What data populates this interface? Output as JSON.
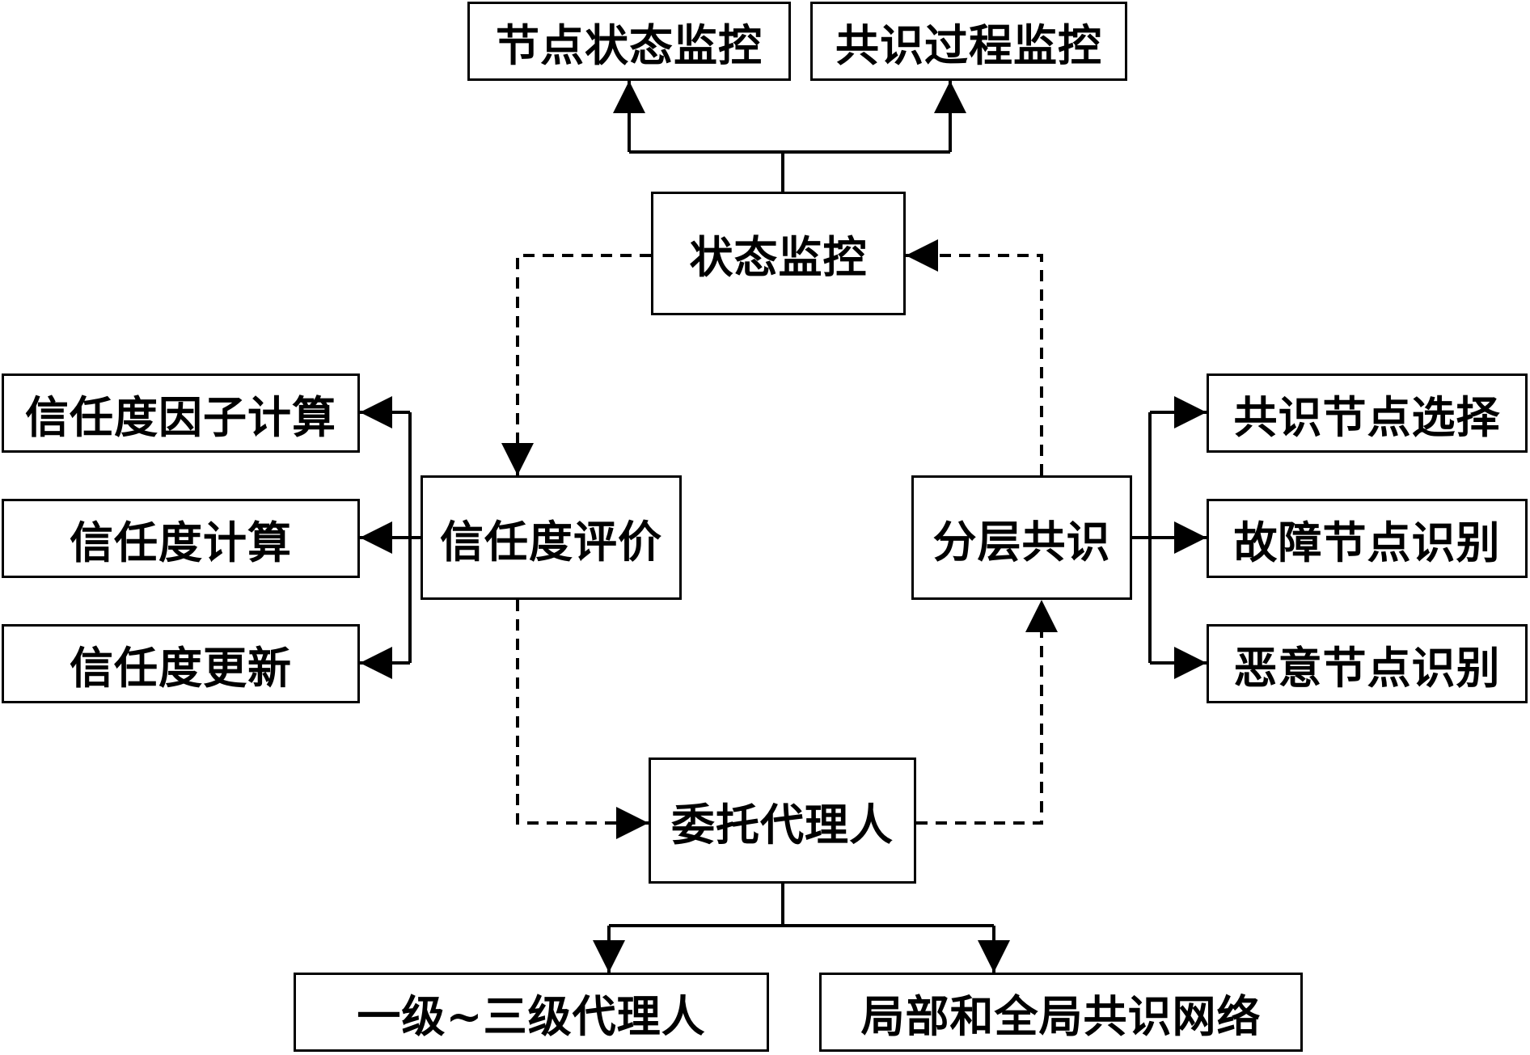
{
  "colors": {
    "stroke": "#000000",
    "background": "#ffffff"
  },
  "nodes": {
    "node_status_monitor": "节点状态监控",
    "consensus_process_monitor": "共识过程监控",
    "status_monitor": "状态监控",
    "trust_factor_calc": "信任度因子计算",
    "trust_calc": "信任度计算",
    "trust_update": "信任度更新",
    "trust_evaluation": "信任度评价",
    "hierarchical_consensus": "分层共识",
    "consensus_node_selection": "共识节点选择",
    "faulty_node_identification": "故障节点识别",
    "malicious_node_identification": "恶意节点识别",
    "delegate_proxy": "委托代理人",
    "level_1_3_proxy": "一级~三级代理人",
    "local_global_network": "局部和全局共识网络"
  }
}
